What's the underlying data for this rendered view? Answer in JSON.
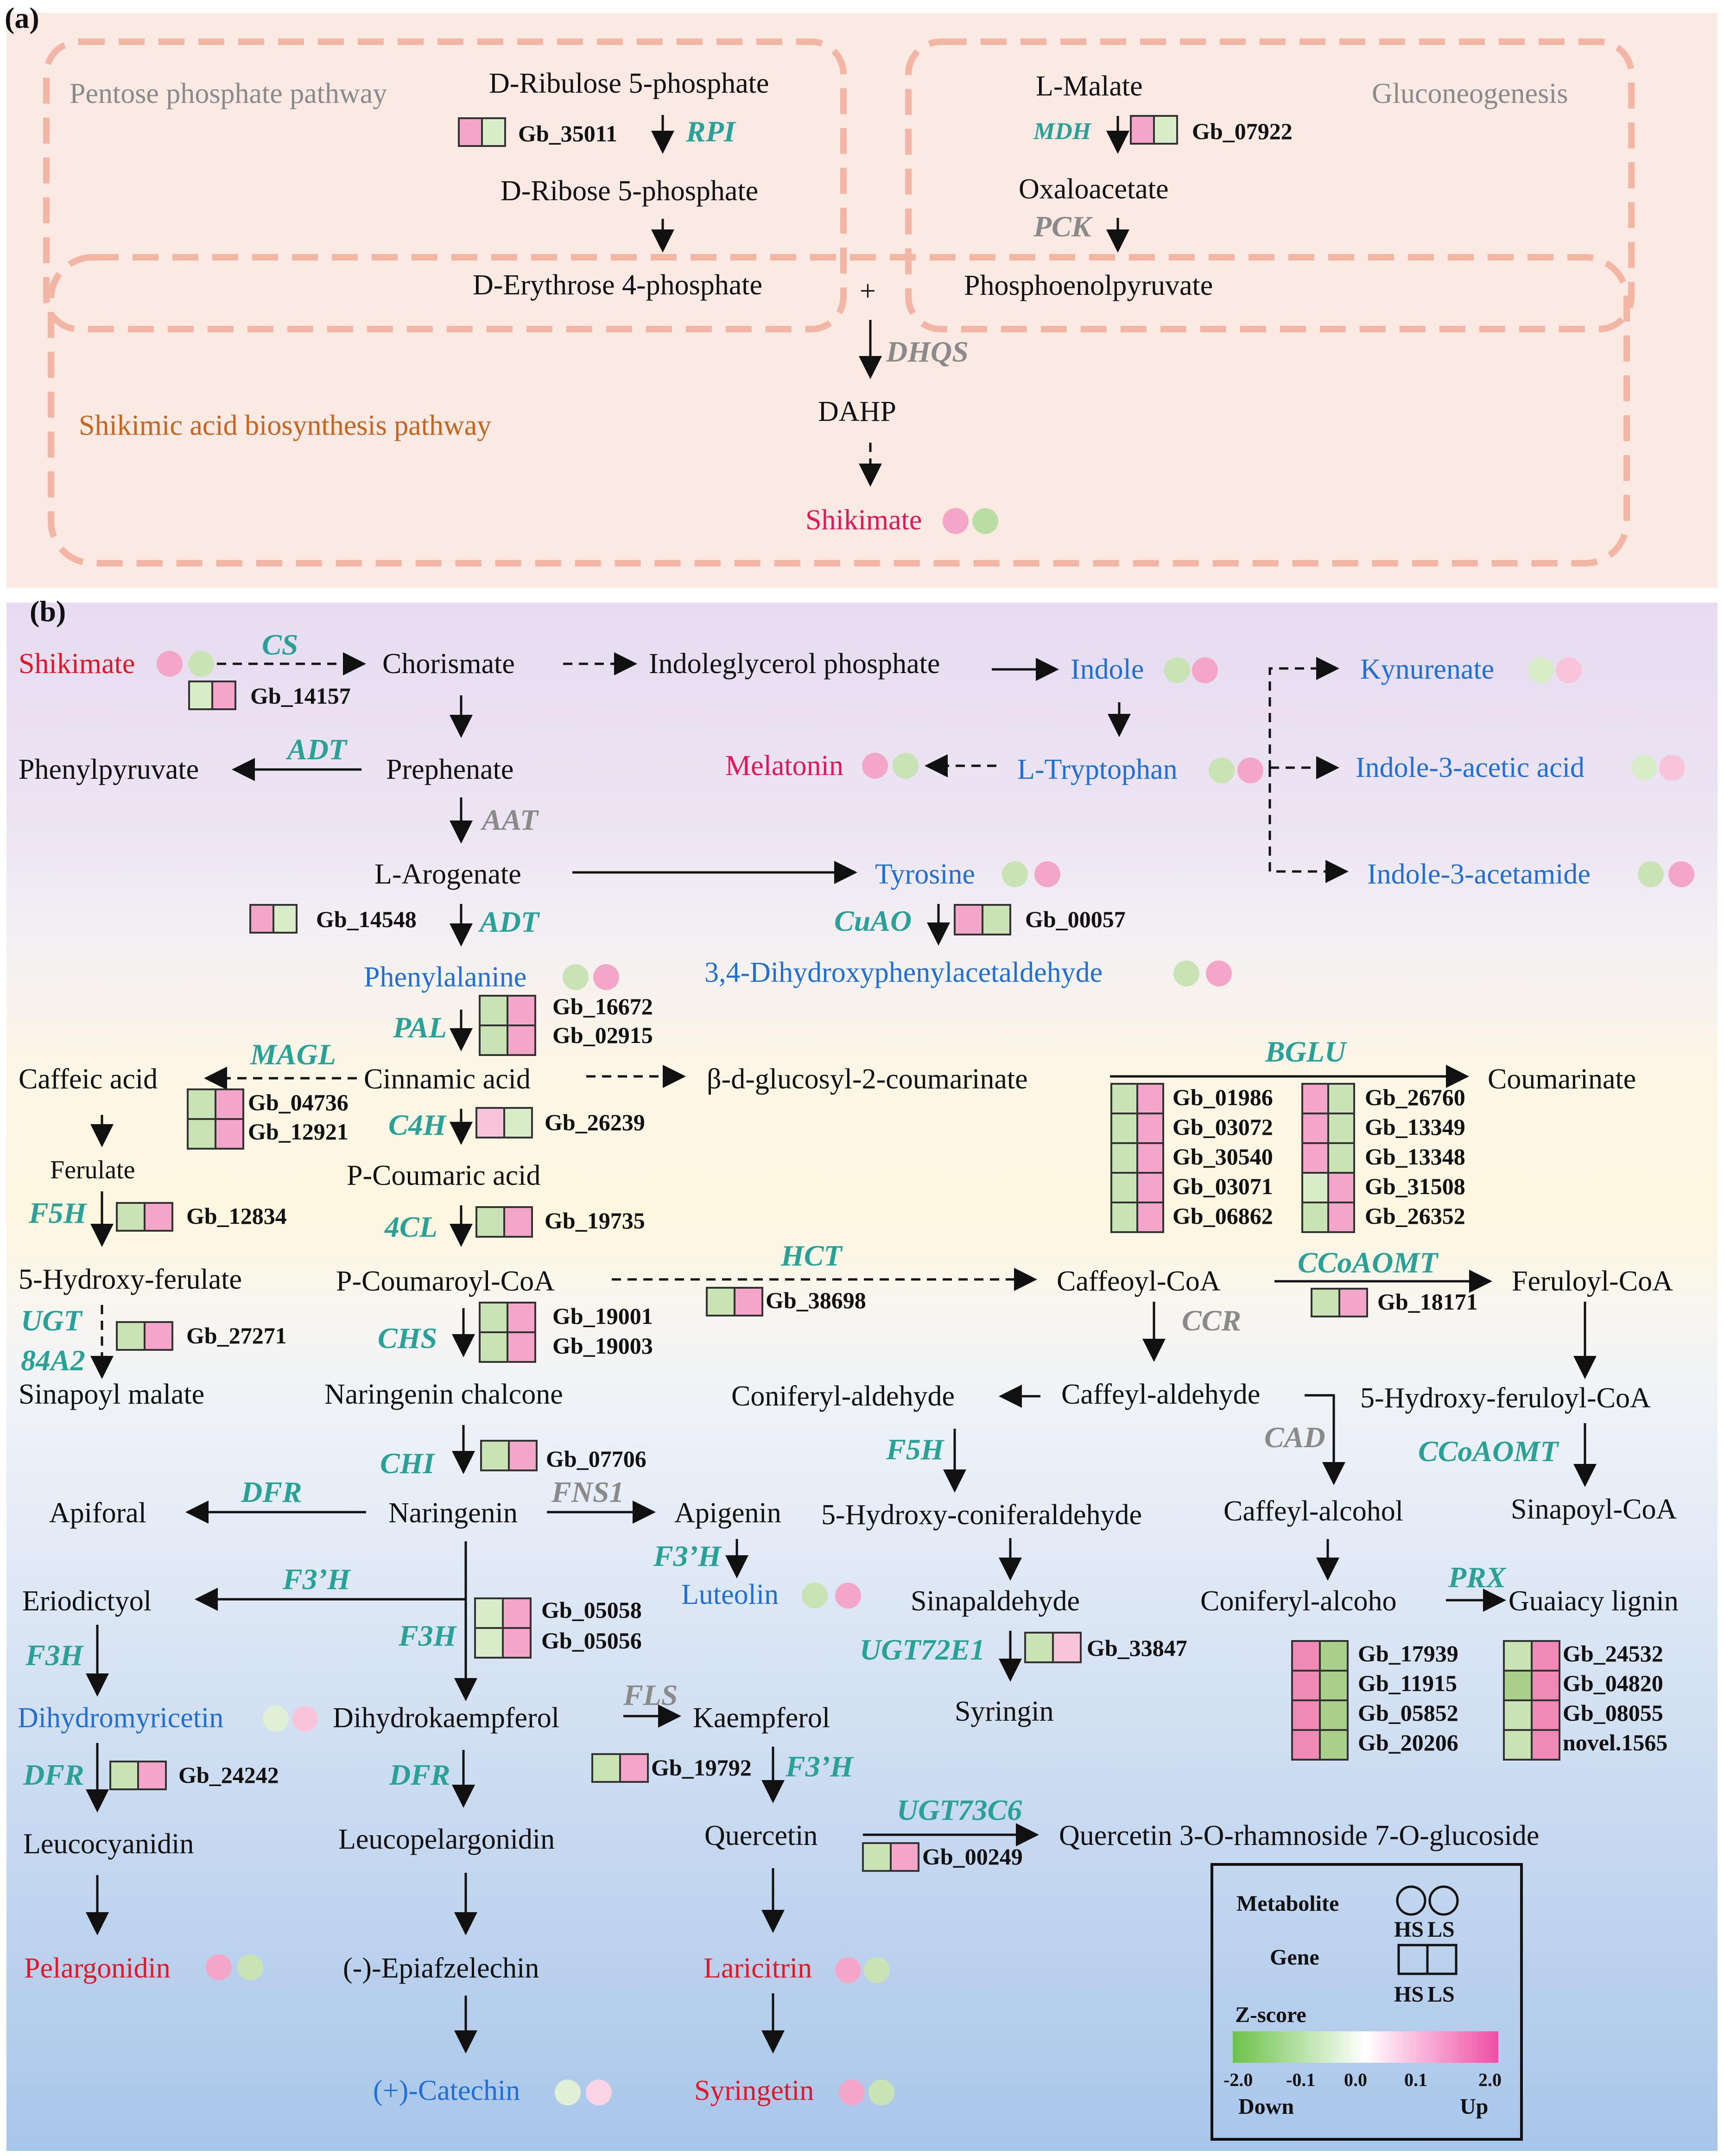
{
  "panel_a": {
    "label": "(a)",
    "pathways": {
      "ppp": "Pentose phosphate pathway",
      "gluco": "Gluconeogenesis",
      "shik": "Shikimic acid biosynthesis pathway"
    },
    "metabolites": {
      "r5p_ribulose": "D-Ribulose 5-phosphate",
      "r5p_ribose": "D-Ribose 5-phosphate",
      "e4p": "D-Erythrose 4-phosphate",
      "malate": "L-Malate",
      "oaa": "Oxaloacetate",
      "pep": "Phosphoenolpyruvate",
      "plus": "+",
      "dahp": "DAHP",
      "shikimate": "Shikimate"
    },
    "enzymes": {
      "rpi": "RPI",
      "mdh": "MDH",
      "pck": "PCK",
      "dhqs": "DHQS"
    },
    "genes": {
      "g35011": "Gb_35011",
      "g07922": "Gb_07922"
    }
  },
  "panel_b": {
    "label": "(b)",
    "metabolites": {
      "shikimate": "Shikimate",
      "chorismate": "Chorismate",
      "igp": "Indoleglycerol phosphate",
      "indole": "Indole",
      "kynurenate": "Kynurenate",
      "phenylpyruvate": "Phenylpyruvate",
      "prephenate": "Prephenate",
      "melatonin": "Melatonin",
      "ltryptophan": "L-Tryptophan",
      "iaa": "Indole-3-acetic acid",
      "larogenate": "L-Arogenate",
      "tyrosine": "Tyrosine",
      "iam": "Indole-3-acetamide",
      "phenylalanine": "Phenylalanine",
      "dopal": "3,4-Dihydroxyphenylacetaldehyde",
      "caffeic": "Caffeic acid",
      "cinnamic": "Cinnamic acid",
      "bdgc": "β-d-glucosyl-2-coumarinate",
      "coumarinate": "Coumarinate",
      "ferulate": "Ferulate",
      "pcoumaric": "P-Coumaric acid",
      "hferulate": "5-Hydroxy-ferulate",
      "pcoumaroyl": "P-Coumaroyl-CoA",
      "caffeoyl": "Caffeoyl-CoA",
      "feruloyl": "Feruloyl-CoA",
      "sinapoylmalate": "Sinapoyl malate",
      "narchalcone": "Naringenin chalcone",
      "conald": "Coniferyl-aldehyde",
      "cafald": "Caffeyl-aldehyde",
      "hferuloyl": "5-Hydroxy-feruloyl-CoA",
      "apiforal": "Apiforal",
      "naringenin": "Naringenin",
      "apigenin": "Apigenin",
      "hconald": "5-Hydroxy-coniferaldehyde",
      "cafalc": "Caffeyl-alcohol",
      "sinapoyl": "Sinapoyl-CoA",
      "eriodictyol": "Eriodictyol",
      "luteolin": "Luteolin",
      "sinapald": "Sinapaldehyde",
      "conalc": "Coniferyl-alcoho",
      "guaiacy": "Guaiacy lignin",
      "dhm": "Dihydromyricetin",
      "dhk": "Dihydrokaempferol",
      "kaempferol": "Kaempferol",
      "syringin": "Syringin",
      "leucocyanidin": "Leucocyanidin",
      "leucopel": "Leucopelargonidin",
      "quercetin": "Quercetin",
      "qrg": "Quercetin 3-O-rhamnoside 7-O-glucoside",
      "pelargonidin": "Pelargonidin",
      "epiafz": "(-)-Epiafzelechin",
      "laricitrin": "Laricitrin",
      "catechin": "(+)-Catechin",
      "syringetin": "Syringetin"
    },
    "enzymes": {
      "cs": "CS",
      "adt1": "ADT",
      "aat": "AAT",
      "adt2": "ADT",
      "cuao": "CuAO",
      "pal": "PAL",
      "magl": "MAGL",
      "c4h": "C4H",
      "bglu": "BGLU",
      "f5h1": "F5H",
      "cl4": "4CL",
      "hct": "HCT",
      "ccoaomt1": "CCoAOMT",
      "ugt1": "UGT",
      "ugt2": "84A2",
      "chs": "CHS",
      "ccr": "CCR",
      "chi": "CHI",
      "f5h2": "F5H",
      "cad": "CAD",
      "ccoaomt2": "CCoAOMT",
      "dfr1": "DFR",
      "fns1": "FNS1",
      "f3h_p1": "F3’H",
      "f3h_p2": "F3’H",
      "f3h": "F3H",
      "prx": "PRX",
      "f3h2": "F3H",
      "ugt72": "UGT72E1",
      "fls": "FLS",
      "dfr2": "DFR",
      "dfr3": "DFR",
      "f3h_p3": "F3’H",
      "ugt73": "UGT73C6"
    },
    "genes": {
      "g14157": "Gb_14157",
      "g14548": "Gb_14548",
      "g00057": "Gb_00057",
      "g16672": "Gb_16672",
      "g02915": "Gb_02915",
      "g04736": "Gb_04736",
      "g12921": "Gb_12921",
      "g26239": "Gb_26239",
      "g01986": "Gb_01986",
      "g03072": "Gb_03072",
      "g30540": "Gb_30540",
      "g03071": "Gb_03071",
      "g06862": "Gb_06862",
      "g26760": "Gb_26760",
      "g13349": "Gb_13349",
      "g13348": "Gb_13348",
      "g31508": "Gb_31508",
      "g26352": "Gb_26352",
      "g12834": "Gb_12834",
      "g19735": "Gb_19735",
      "g38698": "Gb_38698",
      "g18171": "Gb_18171",
      "g27271": "Gb_27271",
      "g19001": "Gb_19001",
      "g19003": "Gb_19003",
      "g07706": "Gb_07706",
      "g05058": "Gb_05058",
      "g05056": "Gb_05056",
      "g33847": "Gb_33847",
      "g17939": "Gb_17939",
      "g11915": "Gb_11915",
      "g05852": "Gb_05852",
      "g20206": "Gb_20206",
      "g24532": "Gb_24532",
      "g04820": "Gb_04820",
      "g08055": "Gb_08055",
      "n1565": "novel.1565",
      "g24242": "Gb_24242",
      "g19792": "Gb_19792",
      "g00249": "Gb_00249"
    }
  },
  "legend": {
    "metabolite": "Metabolite",
    "gene": "Gene",
    "hs": "HS",
    "ls": "LS",
    "zscore": "Z-score",
    "ticks": [
      "-2.0",
      "-0.1",
      "0.0",
      "0.1",
      "2.0"
    ],
    "down": "Down",
    "up": "Up"
  },
  "colors": {
    "up": "#f4a6c8",
    "down": "#c9e3b4",
    "up_strong": "#f189b6",
    "down_strong": "#a8d08a",
    "enzyme_teal": "#2aa197",
    "enzyme_grey": "#8a8a8a",
    "metabolite_blue": "#1f6fd6",
    "metabolite_red": "#e0182a"
  }
}
